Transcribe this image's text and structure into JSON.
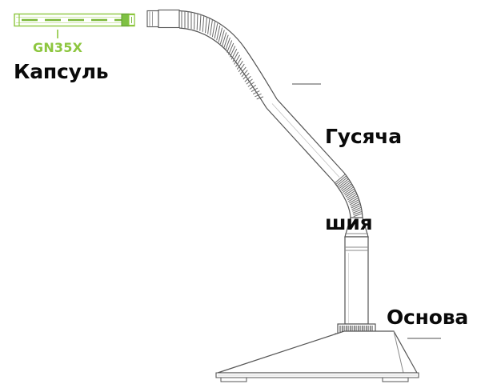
{
  "diagram": {
    "title": "Gooseneck microphone exploded parts diagram",
    "background_color": "#ffffff",
    "line_color": "#555555",
    "accent_color": "#8DC63F",
    "text_color": "#0a0a0a",
    "callouts": {
      "capsule": {
        "model": "GN35X",
        "part_label": "Капсуль",
        "leader": "vertical-tick"
      },
      "gooseneck": {
        "part_label_line1": "Гусяча",
        "part_label_line2": "шия",
        "leader": "horizontal-line"
      },
      "base": {
        "part_label": "Основа",
        "leader": "horizontal-line"
      }
    },
    "parts": [
      {
        "name": "capsule",
        "shape": "horizontal-bar",
        "color": "#8DC63F"
      },
      {
        "name": "capsule-connector",
        "shape": "sleeve",
        "color": "#555555"
      },
      {
        "name": "gooseneck-upper-coil",
        "shape": "ribbed-curve",
        "color": "#555555"
      },
      {
        "name": "gooseneck-straight-tube",
        "shape": "diagonal-tube",
        "color": "#555555"
      },
      {
        "name": "gooseneck-lower-coil",
        "shape": "ribbed-curve",
        "color": "#555555"
      },
      {
        "name": "body-collar",
        "shape": "taper",
        "color": "#555555"
      },
      {
        "name": "body-post",
        "shape": "cylinder",
        "color": "#555555"
      },
      {
        "name": "knurled-ring",
        "shape": "ridged-ring",
        "color": "#555555"
      },
      {
        "name": "base-wedge",
        "shape": "ramp",
        "color": "#555555"
      },
      {
        "name": "base-feet",
        "shape": "small-pads",
        "color": "#555555"
      }
    ]
  }
}
